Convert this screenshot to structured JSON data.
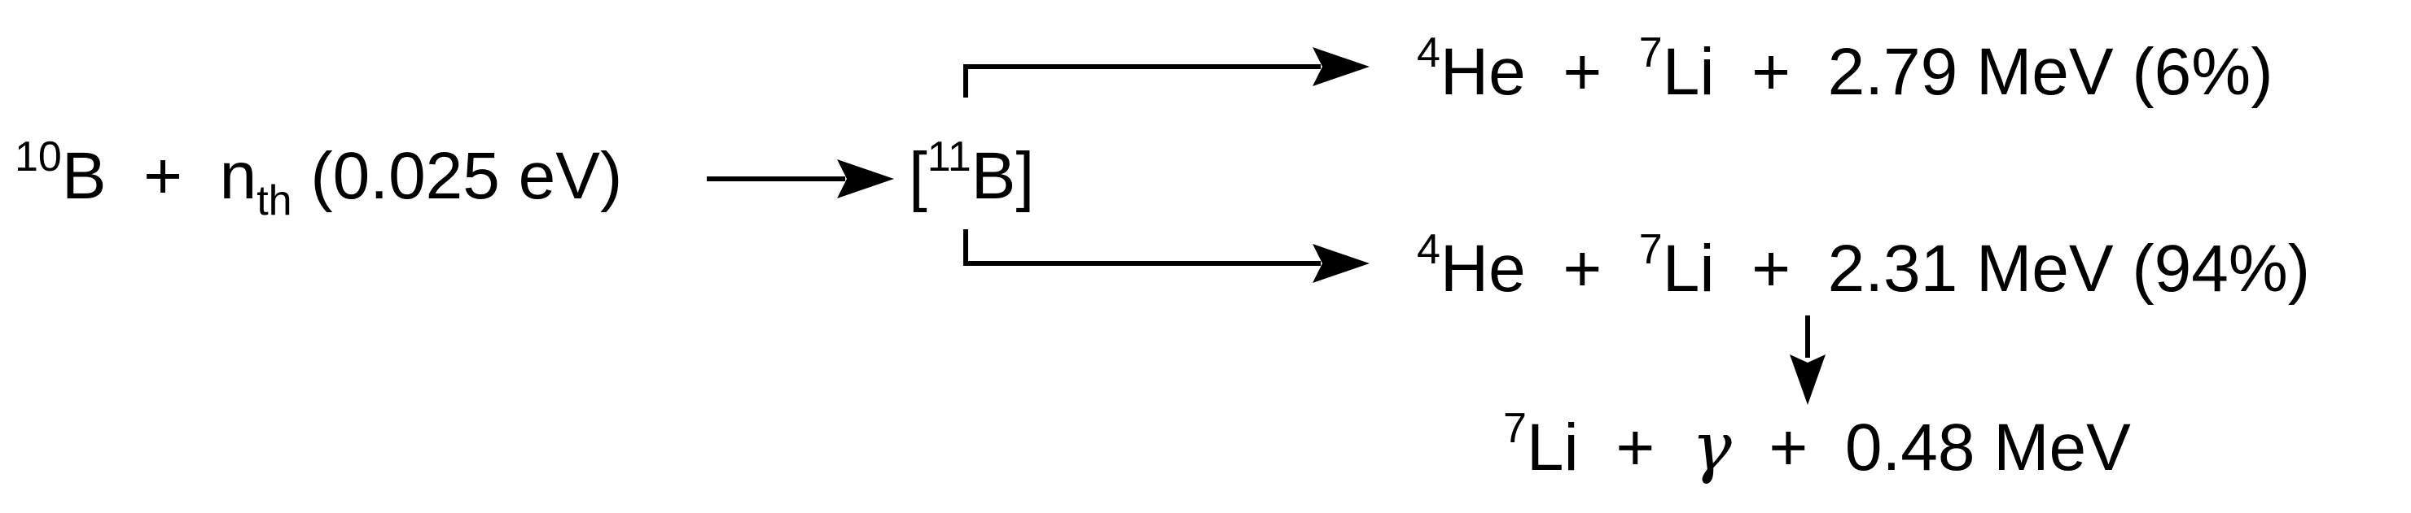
{
  "reactant": {
    "boron_mass": "10",
    "boron_symbol": "B",
    "plus": "+",
    "neutron_symbol": "n",
    "neutron_sub": "th",
    "neutron_energy": "(0.025 eV)"
  },
  "intermediate": {
    "open_bracket": "[",
    "mass": "11",
    "symbol": "B",
    "close_bracket": "]"
  },
  "branch_top": {
    "he_mass": "4",
    "he_symbol": "He",
    "plus1": "+",
    "li_mass": "7",
    "li_symbol": "Li",
    "plus2": "+",
    "energy": "2.79 MeV",
    "fraction": "(6%)"
  },
  "branch_bottom": {
    "he_mass": "4",
    "he_symbol": "He",
    "plus1": "+",
    "li_mass": "7",
    "li_symbol": "Li",
    "plus2": "+",
    "energy": "2.31 MeV",
    "fraction": "(94%)"
  },
  "decay": {
    "li_mass": "7",
    "li_symbol": "Li",
    "plus1": "+",
    "gamma": "γ",
    "plus2": "+",
    "energy": "0.48 MeV"
  },
  "colors": {
    "ink": "#000000",
    "background": "#ffffff"
  }
}
